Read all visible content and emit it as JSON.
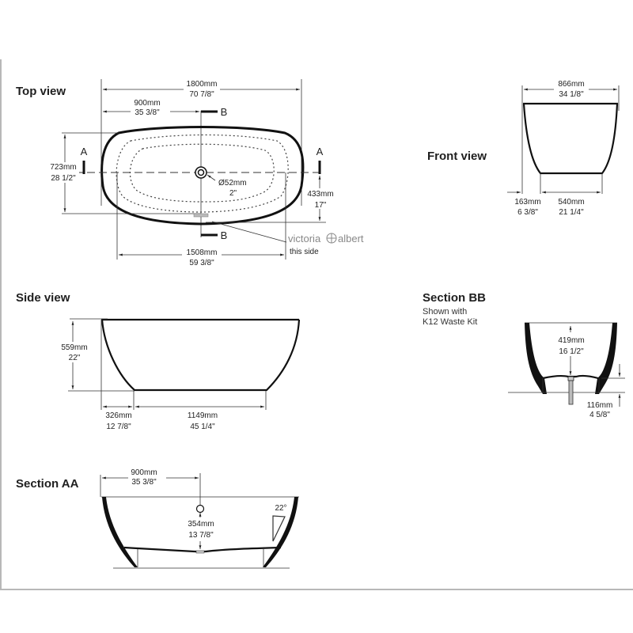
{
  "views": {
    "top": {
      "title": "Top view",
      "overall_length": {
        "mm": "1800mm",
        "in": "70 7/8\""
      },
      "waste_offset": {
        "mm": "900mm",
        "in": "35 3/8\""
      },
      "width": {
        "mm": "723mm",
        "in": "28 1/2\""
      },
      "waste_diameter": {
        "mm": "Ø52mm",
        "in": "2\""
      },
      "waste_to_edge": {
        "mm": "433mm",
        "in": "17\""
      },
      "inner_length": {
        "mm": "1508mm",
        "in": "59 3/8\""
      },
      "section_a_label": "A",
      "section_b_label": "B",
      "logo": {
        "left": "victoria",
        "right": "albert"
      },
      "logo_note": "this side"
    },
    "front": {
      "title": "Front view",
      "width": {
        "mm": "866mm",
        "in": "34 1/8\""
      },
      "base_offset": {
        "mm": "163mm",
        "in": "6 3/8\""
      },
      "base_width": {
        "mm": "540mm",
        "in": "21 1/4\""
      }
    },
    "side": {
      "title": "Side view",
      "height": {
        "mm": "559mm",
        "in": "22\""
      },
      "base_offset": {
        "mm": "326mm",
        "in": "12 7/8\""
      },
      "base_length": {
        "mm": "1149mm",
        "in": "45 1/4\""
      }
    },
    "section_bb": {
      "title": "Section BB",
      "subtitle_line1": "Shown with",
      "subtitle_line2": "K12 Waste Kit",
      "depth": {
        "mm": "419mm",
        "in": "16 1/2\""
      },
      "base_clearance": {
        "mm": "116mm",
        "in": "4 5/8\""
      }
    },
    "section_aa": {
      "title": "Section AA",
      "waste_offset": {
        "mm": "900mm",
        "in": "35 3/8\""
      },
      "overflow_height": {
        "mm": "354mm",
        "in": "13 7/8\""
      },
      "backrest_angle": "22°"
    }
  },
  "colors": {
    "line": "#111111",
    "frame": "#b8b8b8",
    "logo": "#888888"
  }
}
